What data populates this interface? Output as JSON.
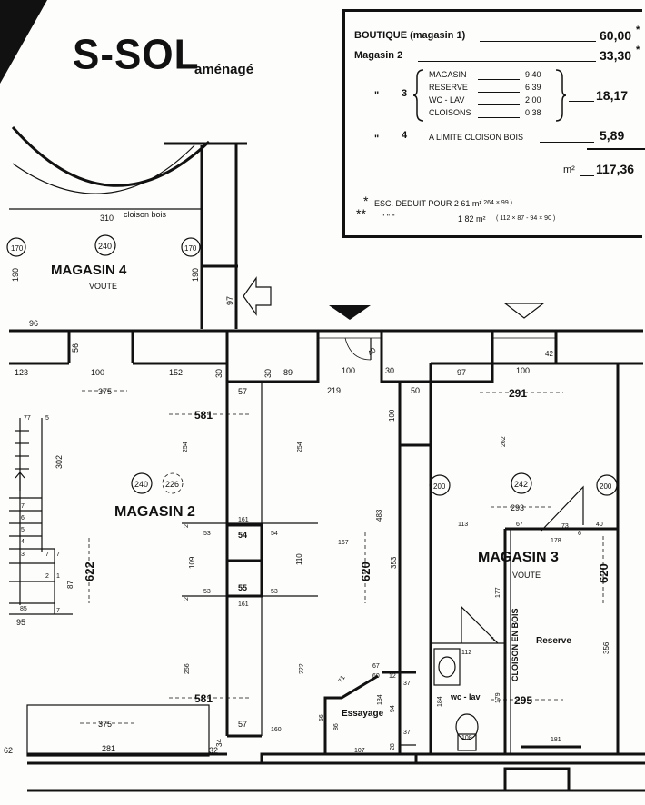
{
  "header": {
    "title": "S-SOL",
    "subtitle": "aménagé"
  },
  "legend": {
    "rows": [
      {
        "label": "BOUTIQUE (magasin 1)",
        "value": "60,00",
        "mark": "*"
      },
      {
        "label": "Magasin 2",
        "value": "33,30",
        "mark": "*"
      }
    ],
    "group": {
      "ditto": "\"",
      "number": "3",
      "items": [
        {
          "label": "MAGASIN",
          "value": "9 40"
        },
        {
          "label": "RESERVE",
          "value": "6 39"
        },
        {
          "label": "WC - LAV",
          "value": "2 00"
        },
        {
          "label": "CLOISONS",
          "value": "0 38"
        }
      ],
      "total": "18,17"
    },
    "row4": {
      "ditto": "\"",
      "number": "4",
      "label": "A LIMITE CLOISON BOIS",
      "value": "5,89"
    },
    "total_unit": "m²",
    "total_value": "117,36",
    "notes": [
      {
        "mark": "*",
        "text": "ESC. DEDUIT POUR  2 61 m²",
        "detail": "( 264 × 99 )"
      },
      {
        "mark": "**",
        "ditto": "\"         \"         \"",
        "text": "1 82 m²",
        "detail": "( 112 × 87 - 94 × 90 )"
      }
    ]
  },
  "rooms": {
    "magasin4": {
      "name": "MAGASIN 4",
      "sub": "VOUTE",
      "circles": [
        "170",
        "240",
        "170"
      ]
    },
    "magasin2": {
      "name": "MAGASIN 2",
      "circles": [
        "240",
        "226"
      ]
    },
    "magasin3": {
      "name": "MAGASIN 3",
      "sub": "VOUTE",
      "circles": [
        "200",
        "242",
        "200"
      ]
    },
    "reserve": "Reserve",
    "essayage": "Essayage",
    "wc": "wc - lav",
    "cloison": "CLOISON EN BOIS"
  },
  "dims": {
    "d310": "310",
    "cloison_bois": "cloison bois",
    "d190a": "190",
    "d190b": "190",
    "d97": "97",
    "d96": "96",
    "d56": "56",
    "d123": "123",
    "d100a": "100",
    "d152": "152",
    "d30a": "30",
    "d30b": "30",
    "d89": "89",
    "d100b": "100",
    "d30c": "30",
    "d97b": "97",
    "d100c": "100",
    "d42": "42",
    "d40a": "40",
    "d375a": "375",
    "d57a": "57",
    "d219": "219",
    "d50": "50",
    "d291": "291",
    "d581a": "581",
    "d254a": "254",
    "d254b": "254",
    "d302": "302",
    "d262": "262",
    "d622": "622",
    "d620a": "620",
    "d620b": "620",
    "d483": "483",
    "d353": "353",
    "d100d": "100",
    "d161a": "161",
    "d161b": "161",
    "d53a": "53",
    "d54a": "54",
    "d54b": "54",
    "d109": "109",
    "d110": "110",
    "d55": "55",
    "d53b": "53",
    "d53c": "53",
    "d167": "167",
    "d2a": "2",
    "d2b": "2",
    "d293": "293",
    "d113": "113",
    "d67a": "67",
    "d73": "73",
    "d6": "6",
    "d40b": "40",
    "d178": "178",
    "d177": "177",
    "d112": "112",
    "d5": "5",
    "d356": "356",
    "d179": "179",
    "d184": "184",
    "d295": "295",
    "d181": "181",
    "d108": "108",
    "d87": "87",
    "d85": "85",
    "d95": "95",
    "d77": "77",
    "d5b": "5",
    "d256": "256",
    "d222": "222",
    "d581b": "581",
    "d67b": "67",
    "d60": "60",
    "d12": "12",
    "d71": "71",
    "d37a": "37",
    "d37b": "37",
    "d134": "134",
    "d94": "94",
    "d56b": "56",
    "d86": "86",
    "d375b": "375",
    "d281": "281",
    "d32": "32",
    "d34": "34",
    "d57b": "57",
    "d160": "160",
    "d107": "107",
    "d28": "28",
    "d62": "62",
    "steps": [
      "7",
      "6",
      "5",
      "4",
      "3",
      "2",
      "1"
    ],
    "d7a": "7",
    "d7b": "7",
    "d7c": "7"
  }
}
